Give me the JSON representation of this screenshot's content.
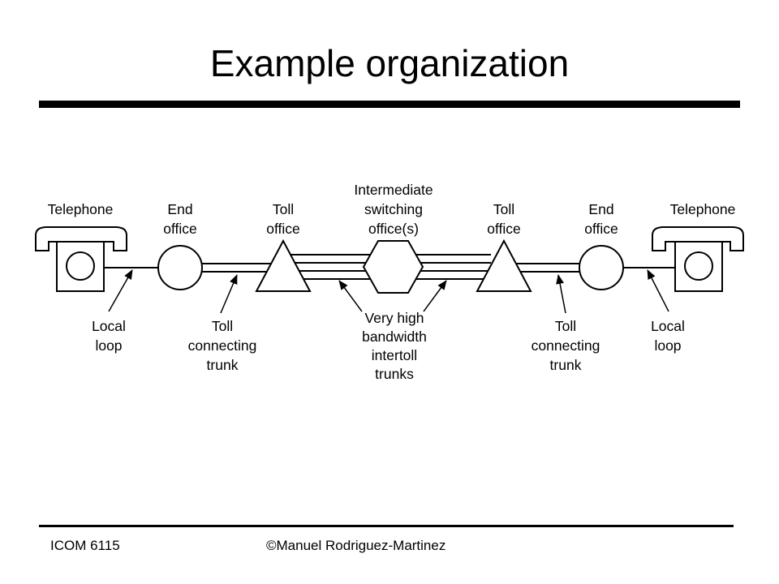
{
  "title": "Example organization",
  "footer": {
    "left": "ICOM 6115",
    "right": "©Manuel Rodriguez-Martinez"
  },
  "diagram": {
    "top_labels": {
      "telephone_left": [
        "Telephone"
      ],
      "end_office_left": [
        "End",
        "office"
      ],
      "toll_office_left": [
        "Toll",
        "office"
      ],
      "intermediate": [
        "Intermediate",
        "switching",
        "office(s)"
      ],
      "toll_office_right": [
        "Toll",
        "office"
      ],
      "end_office_right": [
        "End",
        "office"
      ],
      "telephone_right": [
        "Telephone"
      ]
    },
    "bottom_labels": {
      "local_loop_left": [
        "Local",
        "loop"
      ],
      "toll_trunk_left": [
        "Toll",
        "connecting",
        "trunk"
      ],
      "intertoll": [
        "Very high",
        "bandwidth",
        "intertoll",
        "trunks"
      ],
      "toll_trunk_right": [
        "Toll",
        "connecting",
        "trunk"
      ],
      "local_loop_right": [
        "Local",
        "loop"
      ]
    }
  }
}
